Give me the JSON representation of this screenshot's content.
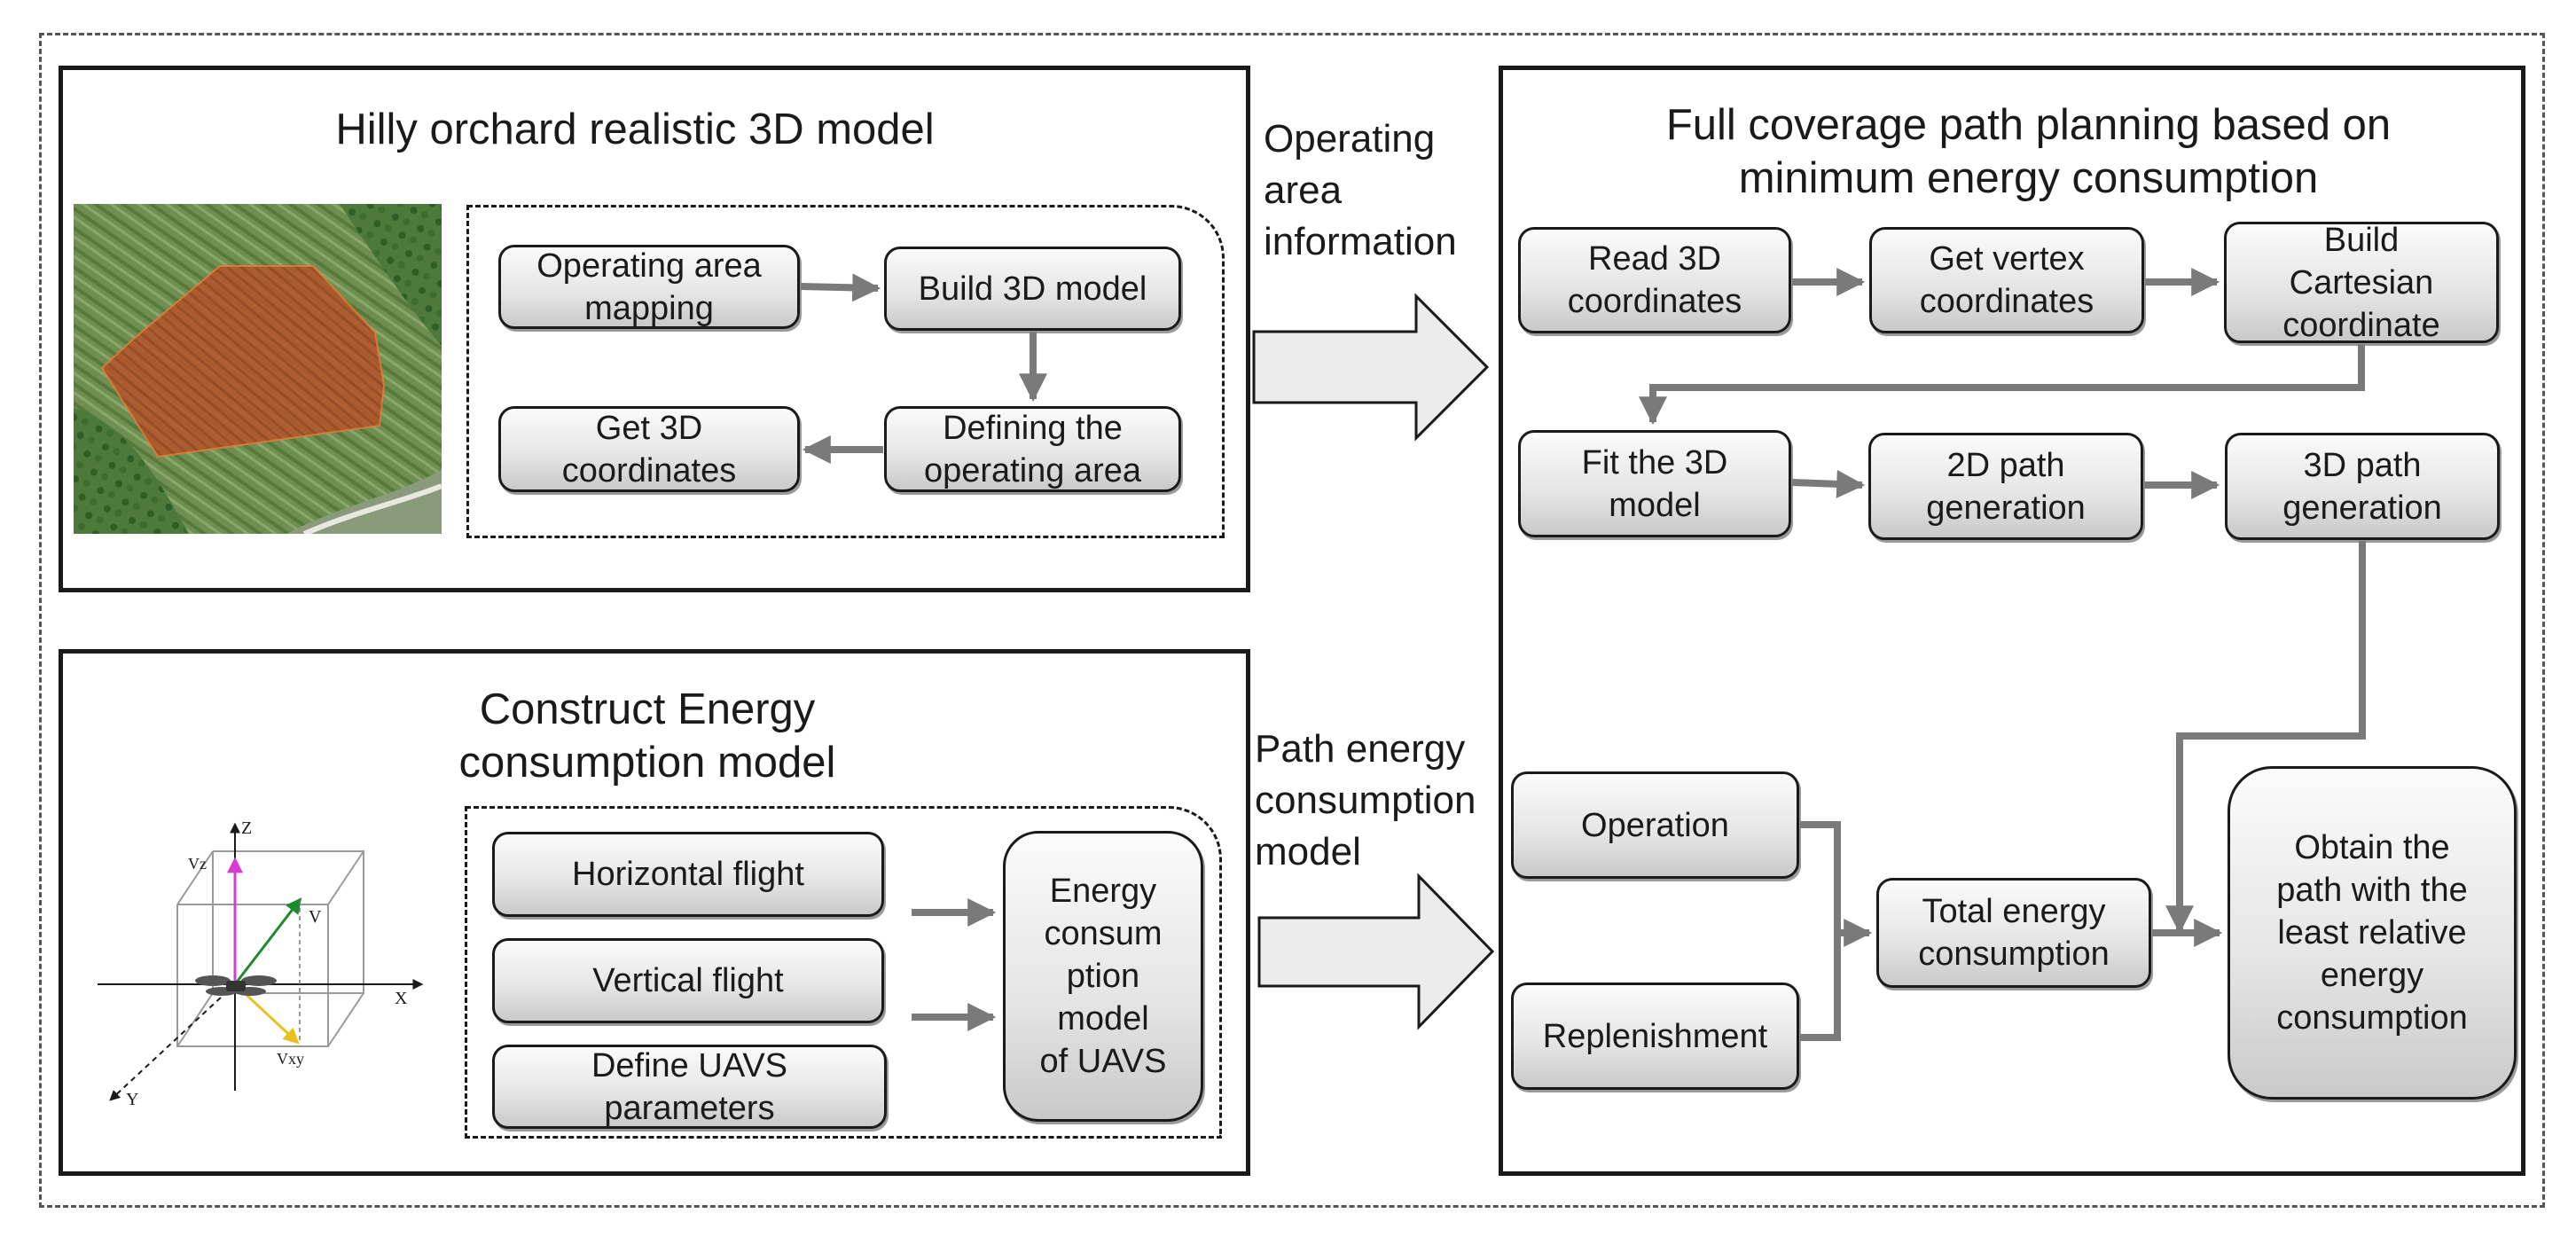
{
  "panels": {
    "orchard": {
      "title": "Hilly orchard realistic 3D model",
      "nodes": {
        "mapping": "Operating area\nmapping",
        "build3d": "Build 3D model",
        "define_area": "Defining the\noperating area",
        "get3d": "Get 3D\ncoordinates"
      }
    },
    "energy": {
      "title": "Construct Energy\nconsumption model",
      "nodes": {
        "horizontal": "Horizontal flight",
        "vertical": "Vertical flight",
        "params": "Define UAVS\nparameters",
        "model": "Energy\nconsum\nption\nmodel\nof UAVS"
      },
      "axes": {
        "z": "Z",
        "x": "X",
        "y": "Y",
        "v": "V",
        "vz": "Vz",
        "vxy": "Vxy"
      }
    },
    "planning": {
      "title": "Full coverage path planning based on\nminimum energy consumption",
      "nodes": {
        "read3d": "Read 3D\ncoordinates",
        "vertex": "Get vertex\ncoordinates",
        "cartesian": "Build\nCartesian\ncoordinate",
        "fit3d": "Fit the 3D\nmodel",
        "path2d": "2D path\ngeneration",
        "path3d": "3D path\ngeneration",
        "operation": "Operation",
        "replenish": "Replenishment",
        "total": "Total energy\nconsumption",
        "obtain": "Obtain the\npath with the\nleast relative\nenergy\nconsumption"
      }
    }
  },
  "connectors": {
    "top": "Operating\narea\ninformation",
    "bottom": "Path energy\nconsumption\nmodel"
  },
  "colors": {
    "orchard_polygon": "#b5552a",
    "vz_arrow": "#d63bd6",
    "v_arrow": "#1e8a2e",
    "vxy_arrow": "#e8c21a"
  }
}
